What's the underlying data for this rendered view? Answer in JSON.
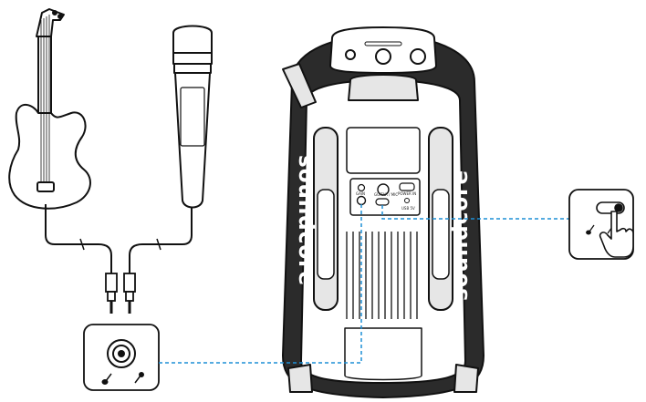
{
  "brand": {
    "left": "soundcore",
    "right": "soundcore"
  },
  "panel_labels": {
    "gain": "GAIN",
    "mode": "GUITAR / MIC",
    "power_in": "POWER IN",
    "usb": "USB 5V"
  },
  "icons": {
    "guitar": "guitar-icon",
    "microphone": "microphone-icon",
    "switch": "slide-switch-icon",
    "hand": "pointing-hand-icon"
  },
  "colors": {
    "line": "#111111",
    "callout": "#1d8fd6",
    "fill_light": "#ffffff",
    "fill_grey": "#e6e6e6"
  }
}
